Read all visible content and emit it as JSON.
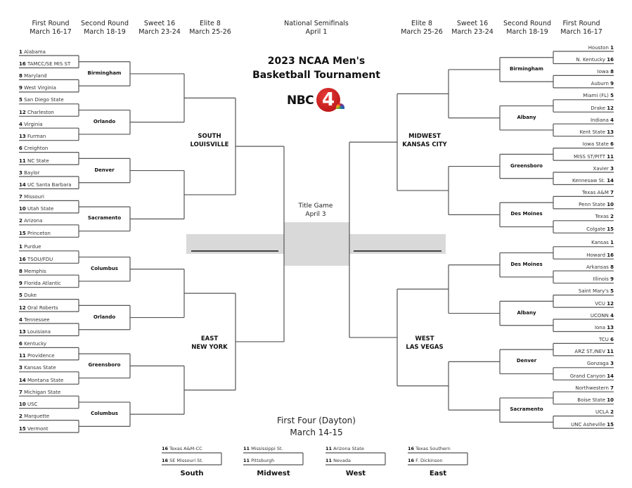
{
  "header": {
    "left_rounds": [
      {
        "name": "First Round",
        "dates": "March 16-17"
      },
      {
        "name": "Second Round",
        "dates": "March 18-19"
      },
      {
        "name": "Sweet 16",
        "dates": "March 23-24"
      },
      {
        "name": "Elite 8",
        "dates": "March 25-26"
      }
    ],
    "semifinals": {
      "name": "National Semifinals",
      "dates": "April 1"
    },
    "right_rounds": [
      {
        "name": "Elite 8",
        "dates": "March 25-26"
      },
      {
        "name": "Sweet 16",
        "dates": "March 23-24"
      },
      {
        "name": "Second Round",
        "dates": "March 18-19"
      },
      {
        "name": "First Round",
        "dates": "March 16-17"
      }
    ]
  },
  "title": {
    "line1": "2023 NCAA Men's",
    "line2": "Basketball Tournament"
  },
  "logo": {
    "text": "NBC",
    "number": "4",
    "icon": "nbc-peacock-logo"
  },
  "title_game": {
    "line1": "Title Game",
    "line2": "April 3"
  },
  "regions": {
    "south": {
      "name": "SOUTH",
      "city": "LOUISVILLE",
      "sites": [
        "Birmingham",
        "Orlando",
        "Denver",
        "Sacramento"
      ],
      "teams": [
        {
          "seed": "1",
          "name": "Alabama"
        },
        {
          "seed": "16",
          "name": "TAMCC/SE MIS ST"
        },
        {
          "seed": "8",
          "name": "Maryland"
        },
        {
          "seed": "9",
          "name": "West Virginia"
        },
        {
          "seed": "5",
          "name": "San Diego State"
        },
        {
          "seed": "12",
          "name": "Charleston"
        },
        {
          "seed": "4",
          "name": "Virginia"
        },
        {
          "seed": "13",
          "name": "Furman"
        },
        {
          "seed": "6",
          "name": "Creighton"
        },
        {
          "seed": "11",
          "name": "NC State"
        },
        {
          "seed": "3",
          "name": "Baylor"
        },
        {
          "seed": "14",
          "name": "UC Santa Barbara"
        },
        {
          "seed": "7",
          "name": "Missouri"
        },
        {
          "seed": "10",
          "name": "Utah State"
        },
        {
          "seed": "2",
          "name": "Arizona"
        },
        {
          "seed": "15",
          "name": "Princeton"
        }
      ]
    },
    "east": {
      "name": "EAST",
      "city": "NEW YORK",
      "sites": [
        "Columbus",
        "Orlando",
        "Greensboro",
        "Columbus"
      ],
      "teams": [
        {
          "seed": "1",
          "name": "Purdue"
        },
        {
          "seed": "16",
          "name": "TSOU/FDU"
        },
        {
          "seed": "8",
          "name": "Memphis"
        },
        {
          "seed": "9",
          "name": "Florida Atlantic"
        },
        {
          "seed": "5",
          "name": "Duke"
        },
        {
          "seed": "12",
          "name": "Oral Roberts"
        },
        {
          "seed": "4",
          "name": "Tennessee"
        },
        {
          "seed": "13",
          "name": "Louisiana"
        },
        {
          "seed": "6",
          "name": "Kentucky"
        },
        {
          "seed": "11",
          "name": "Providence"
        },
        {
          "seed": "3",
          "name": "Kansas State"
        },
        {
          "seed": "14",
          "name": "Montana State"
        },
        {
          "seed": "7",
          "name": "Michigan State"
        },
        {
          "seed": "10",
          "name": "USC"
        },
        {
          "seed": "2",
          "name": "Marquette"
        },
        {
          "seed": "15",
          "name": "Vermont"
        }
      ]
    },
    "midwest": {
      "name": "MIDWEST",
      "city": "KANSAS CITY",
      "sites": [
        "Birmingham",
        "Albany",
        "Greensboro",
        "Des Moines"
      ],
      "teams": [
        {
          "seed": "1",
          "name": "Houston"
        },
        {
          "seed": "16",
          "name": "N. Kentucky"
        },
        {
          "seed": "8",
          "name": "Iowa"
        },
        {
          "seed": "9",
          "name": "Auburn"
        },
        {
          "seed": "5",
          "name": "Miami (FL)"
        },
        {
          "seed": "12",
          "name": "Drake"
        },
        {
          "seed": "4",
          "name": "Indiana"
        },
        {
          "seed": "13",
          "name": "Kent State"
        },
        {
          "seed": "6",
          "name": "Iowa State"
        },
        {
          "seed": "11",
          "name": "MISS ST/PITT"
        },
        {
          "seed": "3",
          "name": "Xavier"
        },
        {
          "seed": "14",
          "name": "Kennesaw St."
        },
        {
          "seed": "7",
          "name": "Texas A&M"
        },
        {
          "seed": "10",
          "name": "Penn State"
        },
        {
          "seed": "2",
          "name": "Texas"
        },
        {
          "seed": "15",
          "name": "Colgate"
        }
      ]
    },
    "west": {
      "name": "WEST",
      "city": "LAS VEGAS",
      "sites": [
        "Des Moines",
        "Albany",
        "Denver",
        "Sacramento"
      ],
      "teams": [
        {
          "seed": "1",
          "name": "Kansas"
        },
        {
          "seed": "16",
          "name": "Howard"
        },
        {
          "seed": "8",
          "name": "Arkansas"
        },
        {
          "seed": "9",
          "name": "Illinois"
        },
        {
          "seed": "5",
          "name": "Saint Mary's"
        },
        {
          "seed": "12",
          "name": "VCU"
        },
        {
          "seed": "4",
          "name": "UCONN"
        },
        {
          "seed": "13",
          "name": "Iona"
        },
        {
          "seed": "6",
          "name": "TCU"
        },
        {
          "seed": "11",
          "name": "ARZ ST./NEV"
        },
        {
          "seed": "3",
          "name": "Gonzaga"
        },
        {
          "seed": "14",
          "name": "Grand Canyon"
        },
        {
          "seed": "7",
          "name": "Northwestern"
        },
        {
          "seed": "10",
          "name": "Boise State"
        },
        {
          "seed": "2",
          "name": "UCLA"
        },
        {
          "seed": "15",
          "name": "UNC Asheville"
        }
      ]
    }
  },
  "first_four": {
    "title": "First Four (Dayton)",
    "dates": "March 14-15",
    "games": [
      {
        "region": "South",
        "teams": [
          {
            "seed": "16",
            "name": "Texas A&M-CC"
          },
          {
            "seed": "16",
            "name": "SE Missouri St."
          }
        ]
      },
      {
        "region": "Midwest",
        "teams": [
          {
            "seed": "11",
            "name": "Mississippi St."
          },
          {
            "seed": "11",
            "name": "Pittsburgh"
          }
        ]
      },
      {
        "region": "West",
        "teams": [
          {
            "seed": "11",
            "name": "Arizona State"
          },
          {
            "seed": "11",
            "name": "Nevada"
          }
        ]
      },
      {
        "region": "East",
        "teams": [
          {
            "seed": "16",
            "name": "Texas Southern"
          },
          {
            "seed": "16",
            "name": "F. Dickinson"
          }
        ]
      }
    ]
  },
  "colors": {
    "line": "#555555",
    "final_box": "#d9d9da",
    "final_line": "#111111",
    "logo_red": "#c91414"
  }
}
